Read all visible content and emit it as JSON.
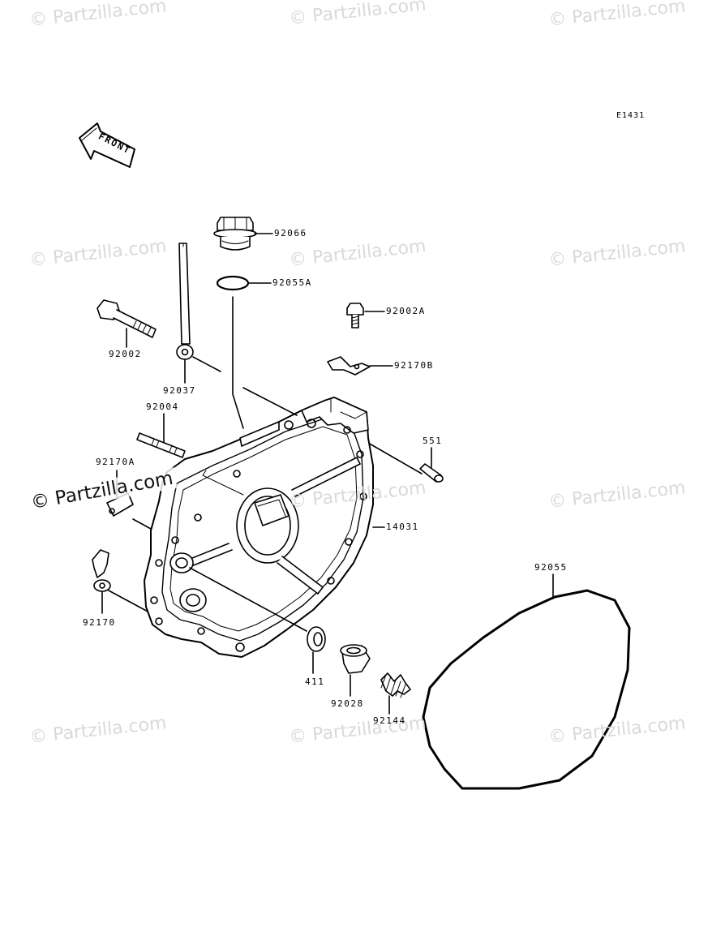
{
  "diagram_code": "E1431",
  "front_label": "FRONT",
  "watermark_text": "© Partzilla.com",
  "parts": {
    "p92066": "92066",
    "p92055A": "92055A",
    "p92002A": "92002A",
    "p92170B": "92170B",
    "p92002": "92002",
    "p92037": "92037",
    "p92004": "92004",
    "p551": "551",
    "p92170A": "92170A",
    "p14031": "14031",
    "p92055": "92055",
    "p92170": "92170",
    "p411": "411",
    "p92028": "92028",
    "p92144": "92144"
  }
}
